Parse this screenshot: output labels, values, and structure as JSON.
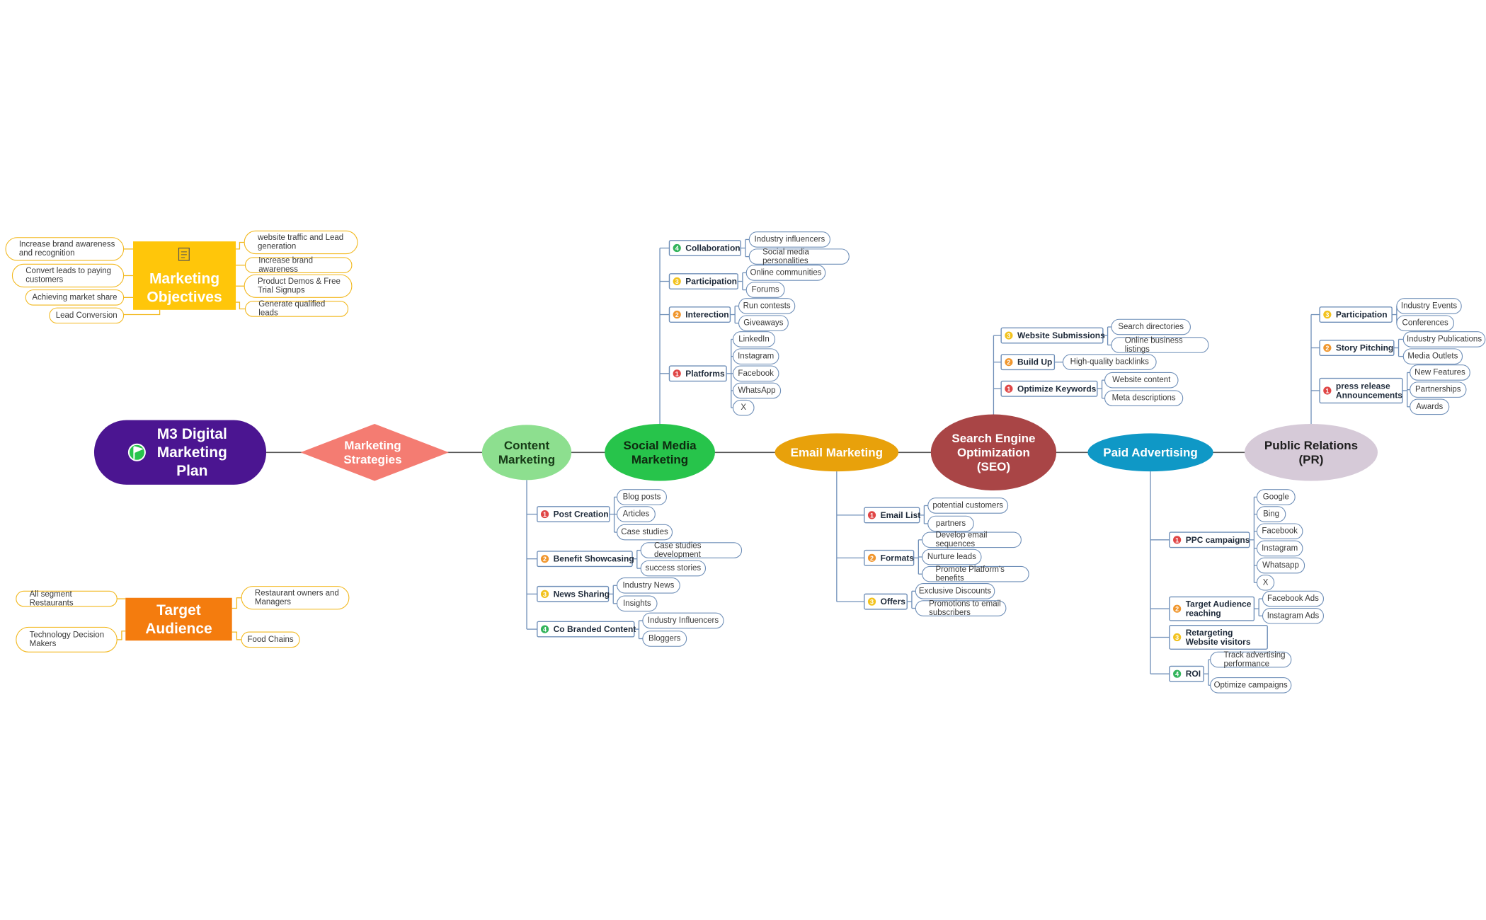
{
  "central": {
    "title_lines": [
      "M3 Digital",
      "Marketing",
      "Plan"
    ],
    "icon": "flag-icon",
    "color": "#4b1591"
  },
  "strategies": {
    "lines": [
      "Marketing",
      "Strategies"
    ],
    "color": "#f47c72"
  },
  "objectives": {
    "lines": [
      "Marketing",
      "Objectives"
    ],
    "icon": "checklist-icon",
    "color": "#ffc60a",
    "left": [
      "Increase brand awareness and recognition",
      "Convert leads to paying customers",
      "Achieving market share",
      "Lead Conversion"
    ],
    "right": [
      "website traffic and Lead generation",
      "Increase brand awareness",
      "Product Demos & Free Trial Signups",
      "Generate qualified leads"
    ]
  },
  "audience": {
    "lines": [
      "Target",
      "Audience"
    ],
    "color": "#f47c0e",
    "left": [
      "All segment Restaurants",
      "Technology Decision Makers"
    ],
    "right": [
      "Restaurant owners and Managers",
      "Food Chains"
    ]
  },
  "branches": [
    {
      "key": "content",
      "lines": [
        "Content",
        "Marketing"
      ],
      "color": "#8ddf8f",
      "text_color": "#163a16",
      "subs": [
        {
          "num": "1",
          "label": "Post Creation",
          "leaves": [
            "Blog posts",
            "Articles",
            "Case studies"
          ]
        },
        {
          "num": "2",
          "label": "Benefit Showcasing",
          "leaves": [
            "Case studies development",
            "success stories"
          ]
        },
        {
          "num": "3",
          "label": "News Sharing",
          "leaves": [
            "Industry News",
            "Insights"
          ]
        },
        {
          "num": "4",
          "label": "Co Branded Content",
          "leaves": [
            "Industry Influencers",
            "Bloggers"
          ]
        }
      ]
    },
    {
      "key": "social",
      "lines": [
        "Social Media",
        "Marketing"
      ],
      "color": "#27c44b",
      "text_color": "#0e2a10",
      "subs": [
        {
          "num": "4",
          "label": "Collaboration",
          "leaves": [
            "Industry influencers",
            "Social media personalities"
          ]
        },
        {
          "num": "3",
          "label": "Participation",
          "leaves": [
            "Online communities",
            "Forums"
          ]
        },
        {
          "num": "2",
          "label": "Interection",
          "leaves": [
            "Run contests",
            "Giveaways"
          ]
        },
        {
          "num": "1",
          "label": "Platforms",
          "leaves": [
            "LinkedIn",
            "Instagram",
            "Facebook",
            "WhatsApp",
            "X"
          ]
        }
      ]
    },
    {
      "key": "email",
      "lines": [
        "Email Marketing"
      ],
      "color": "#e8a10b",
      "text_color": "#ffffff",
      "subs": [
        {
          "num": "1",
          "label": "Email List",
          "leaves": [
            "potential customers",
            "partners"
          ]
        },
        {
          "num": "2",
          "label": "Formats",
          "leaves": [
            "Develop email sequences",
            "Nurture leads",
            "Promote Platform's benefits"
          ]
        },
        {
          "num": "3",
          "label": "Offers",
          "leaves": [
            "Exclusive Discounts",
            "Promotions to email subscribers"
          ]
        }
      ]
    },
    {
      "key": "seo",
      "lines": [
        "Search Engine",
        "Optimization",
        "(SEO)"
      ],
      "color": "#a94546",
      "text_color": "#ffffff",
      "subs": [
        {
          "num": "3",
          "label": "Website Submissions",
          "leaves": [
            "Search directories",
            "Online business listings"
          ]
        },
        {
          "num": "2",
          "label": "Build Up",
          "leaves": [
            "High-quality backlinks"
          ]
        },
        {
          "num": "1",
          "label": "Optimize Keywords",
          "leaves": [
            "Website content",
            "Meta descriptions"
          ]
        }
      ]
    },
    {
      "key": "paid",
      "lines": [
        "Paid Advertising"
      ],
      "color": "#0f98c6",
      "text_color": "#ffffff",
      "subs": [
        {
          "num": "1",
          "label": "PPC campaigns",
          "leaves": [
            "Google",
            "Bing",
            "Facebook",
            "Instagram",
            "Whatsapp",
            "X"
          ]
        },
        {
          "num": "2",
          "label": "Target Audience reaching",
          "leaves": [
            "Facebook Ads",
            "Instagram Ads"
          ]
        },
        {
          "num": "3",
          "label": "Retargeting Website visitors",
          "leaves": []
        },
        {
          "num": "4",
          "label": "ROI",
          "leaves": [
            "Track advertising performance",
            "Optimize campaigns"
          ]
        }
      ]
    },
    {
      "key": "pr",
      "lines": [
        "Public Relations",
        "(PR)"
      ],
      "color": "#d6cad8",
      "text_color": "#1e1e1e",
      "subs": [
        {
          "num": "3",
          "label": "Participation",
          "leaves": [
            "Industry Events",
            "Conferences"
          ]
        },
        {
          "num": "2",
          "label": "Story Pitching",
          "leaves": [
            "Industry Publications",
            "Media Outlets"
          ]
        },
        {
          "num": "1",
          "label": "press release Announcements",
          "leaves": [
            "New Features",
            "Partnerships",
            "Awards"
          ]
        }
      ]
    }
  ],
  "colors": {
    "line": "#6f8fb8",
    "badge_1": "#e04646",
    "badge_2": "#f0962d",
    "badge_3": "#f2c21d",
    "badge_4": "#33b45b",
    "leaf_border": "#6f8fb8",
    "objective_border": "#f2b81e"
  }
}
